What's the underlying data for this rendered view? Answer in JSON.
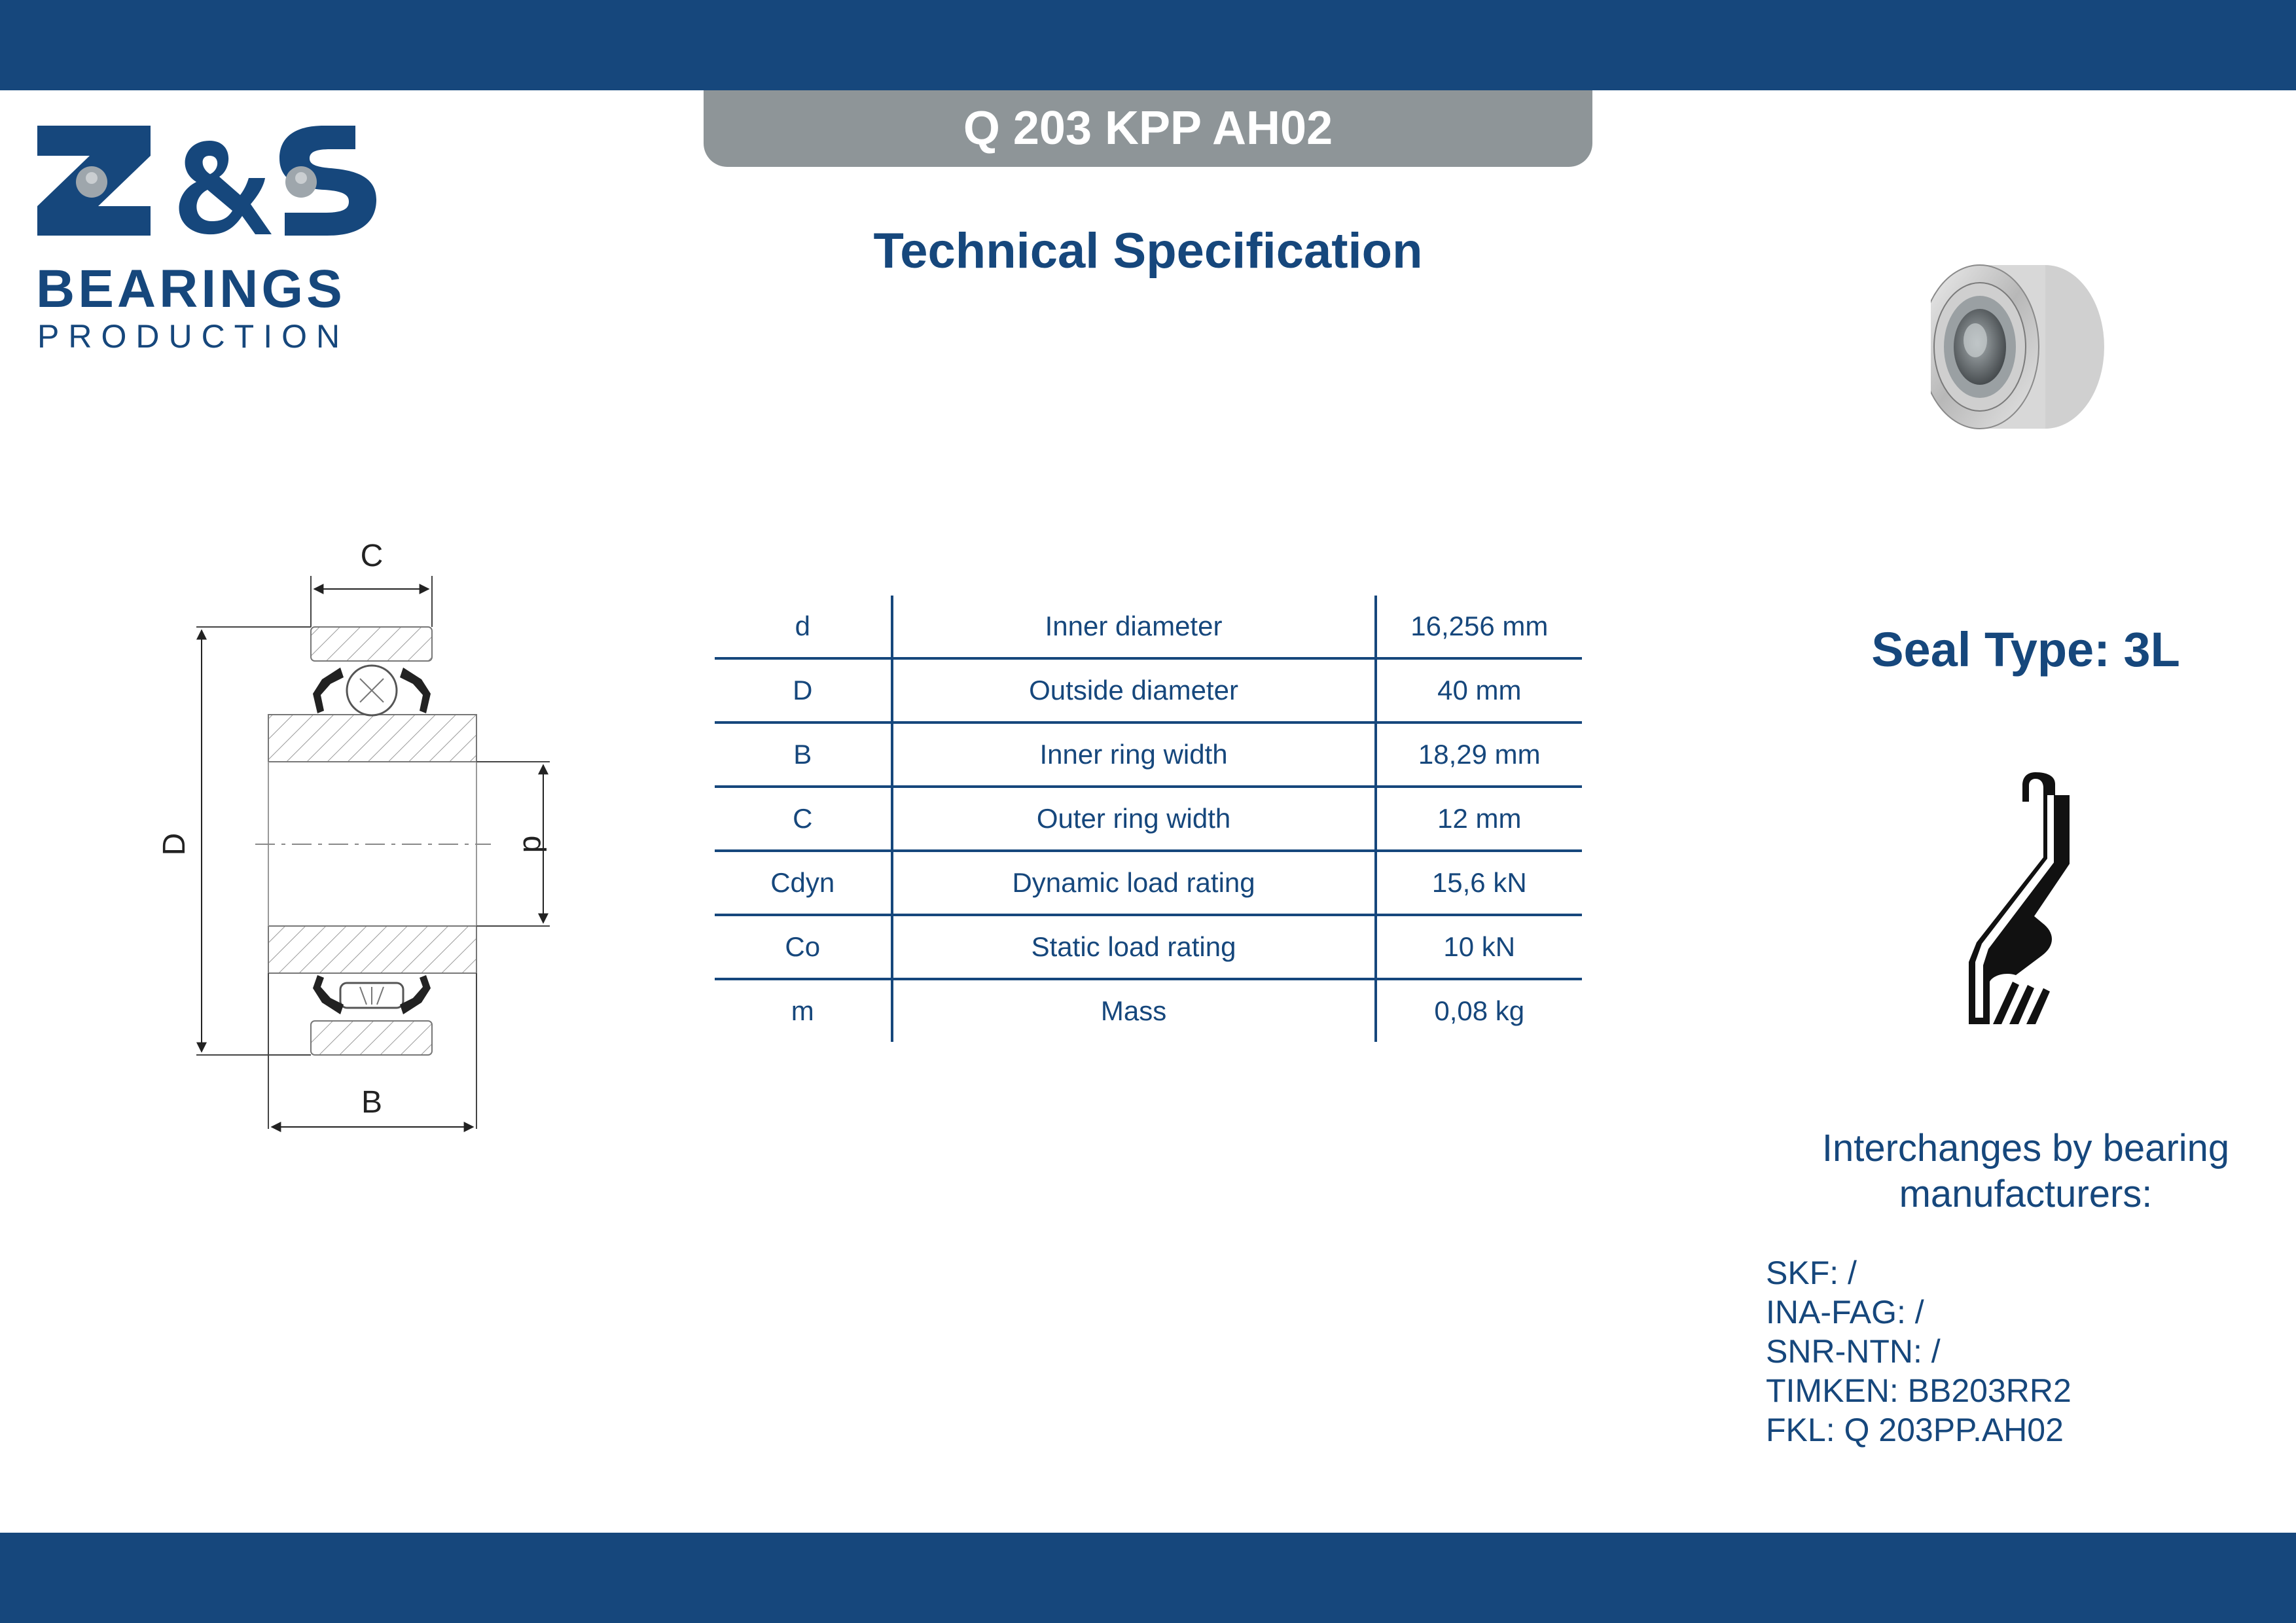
{
  "product": {
    "code": "Q 203 KPP AH02"
  },
  "heading": "Technical Specification",
  "logo": {
    "word": "BEARINGS",
    "sub": "PRODUCTION",
    "brand_text": "Z&S"
  },
  "drawing": {
    "labels": {
      "C": "C",
      "D": "D",
      "d": "d",
      "B": "B"
    }
  },
  "spec_table": {
    "rows": [
      {
        "symbol": "d",
        "description": "Inner diameter",
        "value": "16,256 mm"
      },
      {
        "symbol": "D",
        "description": "Outside diameter",
        "value": "40 mm"
      },
      {
        "symbol": "B",
        "description": "Inner ring width",
        "value": "18,29 mm"
      },
      {
        "symbol": "C",
        "description": "Outer ring width",
        "value": "12 mm"
      },
      {
        "symbol": "Cdyn",
        "description": "Dynamic load rating",
        "value": "15,6 kN"
      },
      {
        "symbol": "Co",
        "description": "Static load rating",
        "value": "10 kN"
      },
      {
        "symbol": "m",
        "description": "Mass",
        "value": "0,08 kg"
      }
    ]
  },
  "seal": {
    "title": "Seal Type: 3L"
  },
  "interchanges": {
    "title_line1": "Interchanges by bearing",
    "title_line2": "manufacturers:",
    "items": [
      "SKF: /",
      "INA-FAG: /",
      "SNR-NTN: /",
      "TIMKEN: BB203RR2",
      "FKL: Q 203PP.AH02"
    ]
  },
  "colors": {
    "brand_blue": "#16477c",
    "tab_grey": "#8e9598",
    "white": "#ffffff"
  }
}
